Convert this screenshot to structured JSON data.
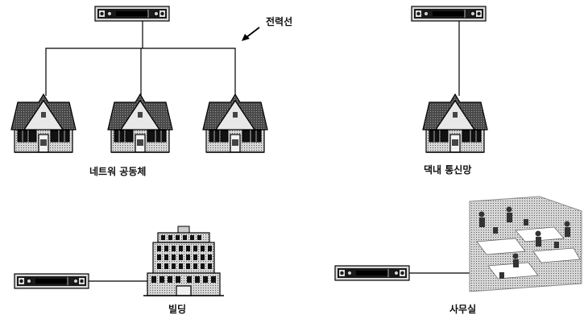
{
  "labels": {
    "power_line": "전력선",
    "network_community": "네트워 공동체",
    "home_network": "댁내 통신망",
    "building": "빌딩",
    "office": "사무실"
  },
  "colors": {
    "line": "#000000",
    "device_body": "#1a1a1a",
    "roof": "#3a3a3a",
    "wall": "#bdbdbd",
    "office_scene": "#c8c8c8"
  },
  "icons": [
    "powerline-modem-icon",
    "house-icon",
    "office-building-icon",
    "office-room-icon",
    "arrow-icon"
  ]
}
